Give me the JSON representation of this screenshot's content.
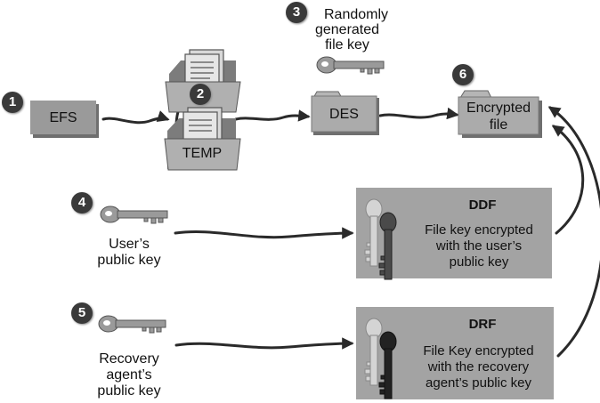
{
  "steps": {
    "s1": "1",
    "s2": "2",
    "s3": "3",
    "s4": "4",
    "s5": "5",
    "s6": "6"
  },
  "boxes": {
    "efs": "EFS",
    "temp": "TEMP",
    "des": "DES",
    "encrypted_file_line1": "Encrypted",
    "encrypted_file_line2": "file"
  },
  "labels": {
    "random_key_line1": "Randomly",
    "random_key_line2": "generated",
    "random_key_line3": "file key",
    "user_key_line1": "User’s",
    "user_key_line2": "public key",
    "recovery_key_line1": "Recovery",
    "recovery_key_line2": "agent’s",
    "recovery_key_line3": "public key"
  },
  "ddf": {
    "title": "DDF",
    "line1": "File key encrypted",
    "line2": "with the user’s",
    "line3": "public key"
  },
  "drf": {
    "title": "DRF",
    "line1": "File Key encrypted",
    "line2": "with the recovery",
    "line3": "agent’s public key"
  },
  "colors": {
    "box_fill": "#9a9a9a",
    "panel_fill": "#a3a3a3",
    "badge_fill": "#3a3a3a",
    "arrow": "#2a2a2a"
  },
  "icons": [
    "key-icon",
    "folder-icon",
    "document-icon",
    "arrow"
  ]
}
